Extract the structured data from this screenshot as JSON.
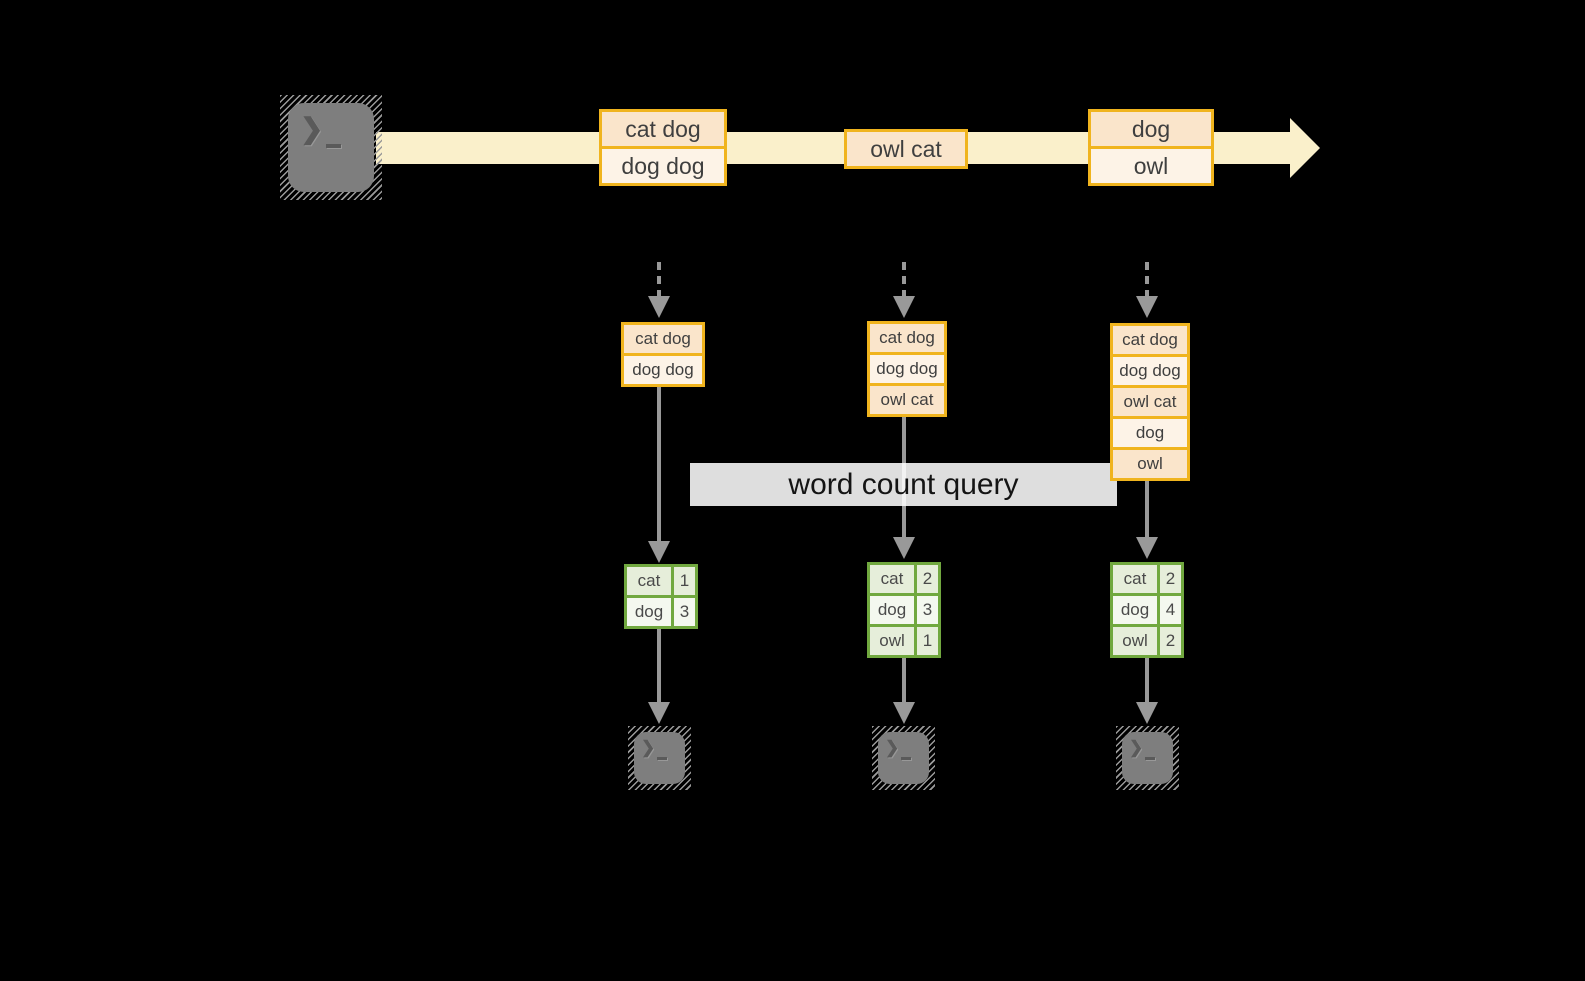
{
  "colors": {
    "accent_orange": "#F0B41E",
    "peach_fill": "#FAE5CB",
    "cream_fill": "#FDF3E7",
    "stream_band": "#FAF0CB",
    "green_border": "#71A83F",
    "green_fill_a": "#E6EEDA",
    "green_fill_b": "#F4F8EF",
    "arrow_gray": "#999999",
    "terminal_gray": "#7E7E7E"
  },
  "icons": {
    "source_terminal": "terminal-icon",
    "output_terminal": "terminal-icon",
    "stream_arrow": "right-arrow-icon",
    "flow_arrow": "down-arrow-icon"
  },
  "query": {
    "label": "word count query"
  },
  "stream": {
    "events": [
      [
        "cat dog",
        "dog dog"
      ],
      [
        "owl cat"
      ],
      [
        "dog",
        "owl"
      ]
    ]
  },
  "columns": [
    {
      "batch": [
        "cat dog",
        "dog dog"
      ],
      "counts": [
        {
          "word": "cat",
          "value": "1"
        },
        {
          "word": "dog",
          "value": "3"
        }
      ]
    },
    {
      "batch": [
        "cat dog",
        "dog dog",
        "owl cat"
      ],
      "counts": [
        {
          "word": "cat",
          "value": "2"
        },
        {
          "word": "dog",
          "value": "3"
        },
        {
          "word": "owl",
          "value": "1"
        }
      ]
    },
    {
      "batch": [
        "cat dog",
        "dog dog",
        "owl cat",
        "dog",
        "owl"
      ],
      "counts": [
        {
          "word": "cat",
          "value": "2"
        },
        {
          "word": "dog",
          "value": "4"
        },
        {
          "word": "owl",
          "value": "2"
        }
      ]
    }
  ]
}
